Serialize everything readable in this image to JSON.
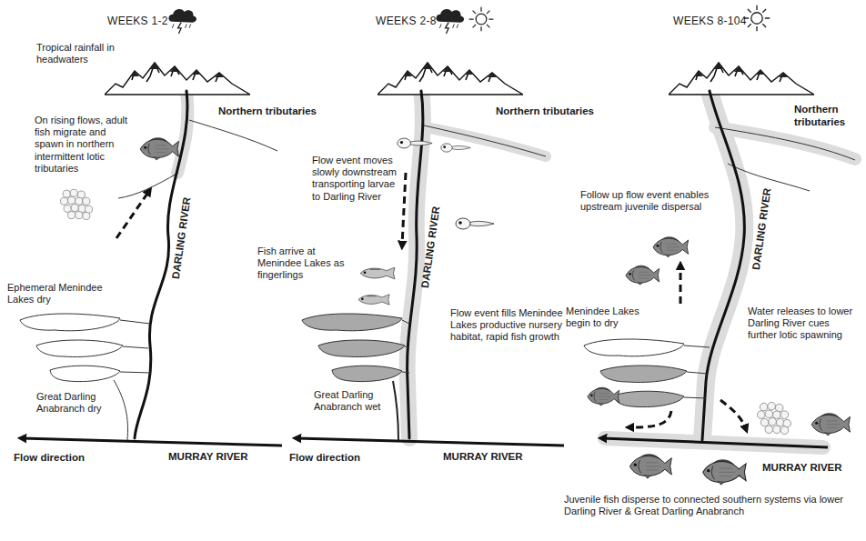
{
  "diagram": {
    "labels": [
      "WEEKS 1-2",
      "Tropical rainfall in headwaters",
      "Northern tributaries",
      "On rising flows, adult fish migrate and spawn in northern intermittent lotic tributaries",
      "DARLING RIVER",
      "Ephemeral Menindee Lakes dry",
      "Great Darling Anabranch dry",
      "Flow direction",
      "MURRAY RIVER",
      "WEEKS 2-8",
      "Northern tributaries",
      "Flow event moves slowly downstream transporting larvae to Darling River",
      "Fish arrive at Menindee Lakes as fingerlings",
      "DARLING RIVER",
      "Flow event fills Menindee Lakes productive nursery habitat, rapid fish growth",
      "Great Darling Anabranch wet",
      "Flow direction",
      "MURRAY RIVER",
      "WEEKS 8-104",
      "Northern tributaries",
      "Follow up flow event enables upstream juvenile dispersal",
      "DARLING RIVER",
      "Menindee Lakes begin to dry",
      "Water releases to lower Darling River cues further lotic spawning",
      "MURRAY RIVER",
      "Juvenile fish disperse to connected southern systems via lower Darling River & Great Darling Anabranch"
    ]
  }
}
